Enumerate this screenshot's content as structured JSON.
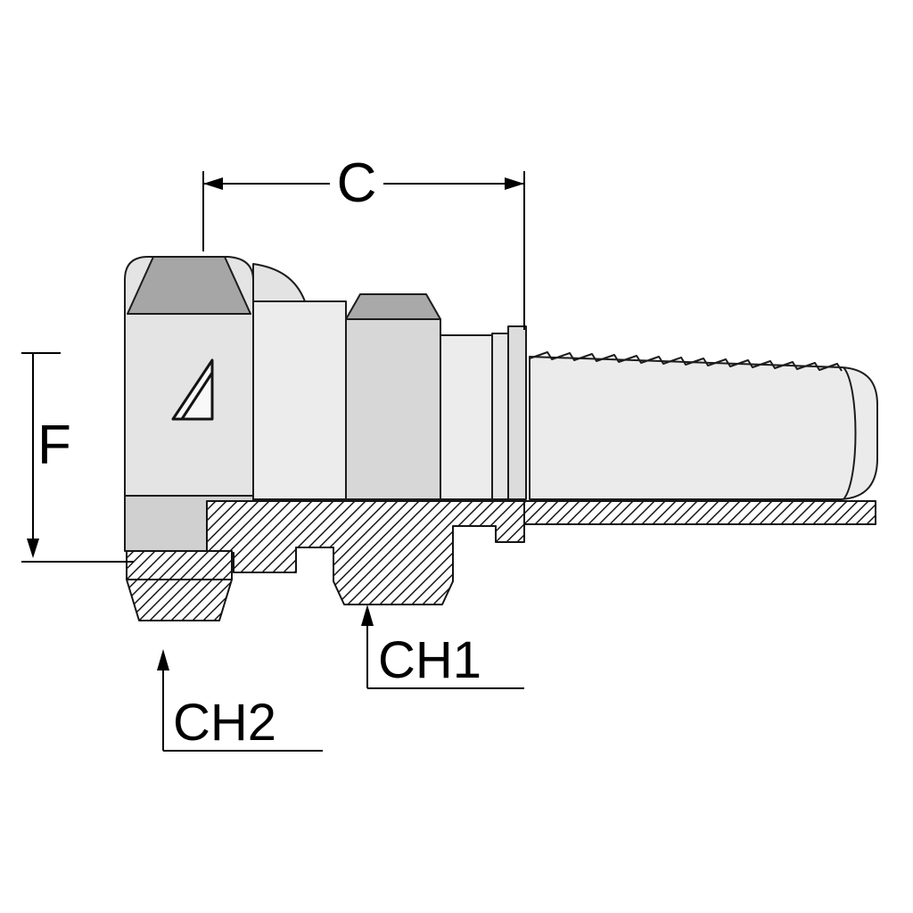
{
  "diagram": {
    "subject": "Hydraulic hose fitting - female swivel nut with hose tail, section view",
    "labels": {
      "c": "C",
      "f": "F",
      "ch1": "CH1",
      "ch2": "CH2"
    },
    "colors": {
      "background": "#ffffff",
      "outline": "#1c1c1c",
      "body_light": "#ebebeb",
      "body_mid": "#d7d7d7",
      "chamfer_dark": "#a6a6a6",
      "hatch": "#111111"
    }
  }
}
